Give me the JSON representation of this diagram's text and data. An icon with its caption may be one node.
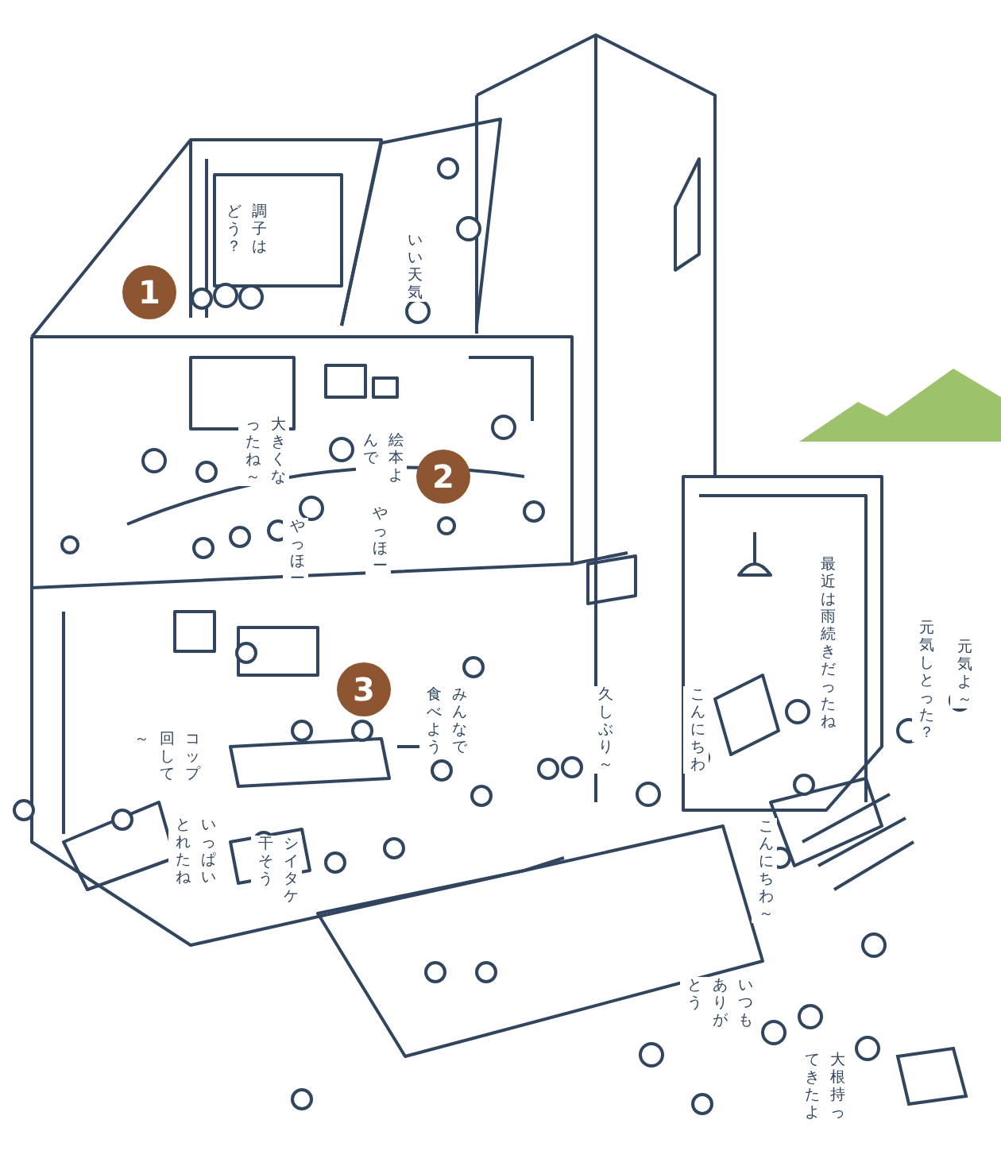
{
  "diagram": {
    "nodes": [
      {
        "text": [
          "1"
        ]
      },
      {
        "text": [
          "2"
        ]
      },
      {
        "text": [
          "3"
        ]
      }
    ],
    "labels": [
      "調子はどう？",
      "いい天気",
      "大きくなったね～",
      "絵本よんで",
      "やっほー",
      "やっほー",
      "みんなで食べよう",
      "久しぶり～",
      "コップ回して～",
      "いっぱいとれたね",
      "シイタケ干そう",
      "最近は雨続きだったね",
      "こんにちわ",
      "元気しとった？",
      "元気よ～",
      "こんにちわ～",
      "いつもありがとう",
      "大根持ってきたよ"
    ]
  }
}
